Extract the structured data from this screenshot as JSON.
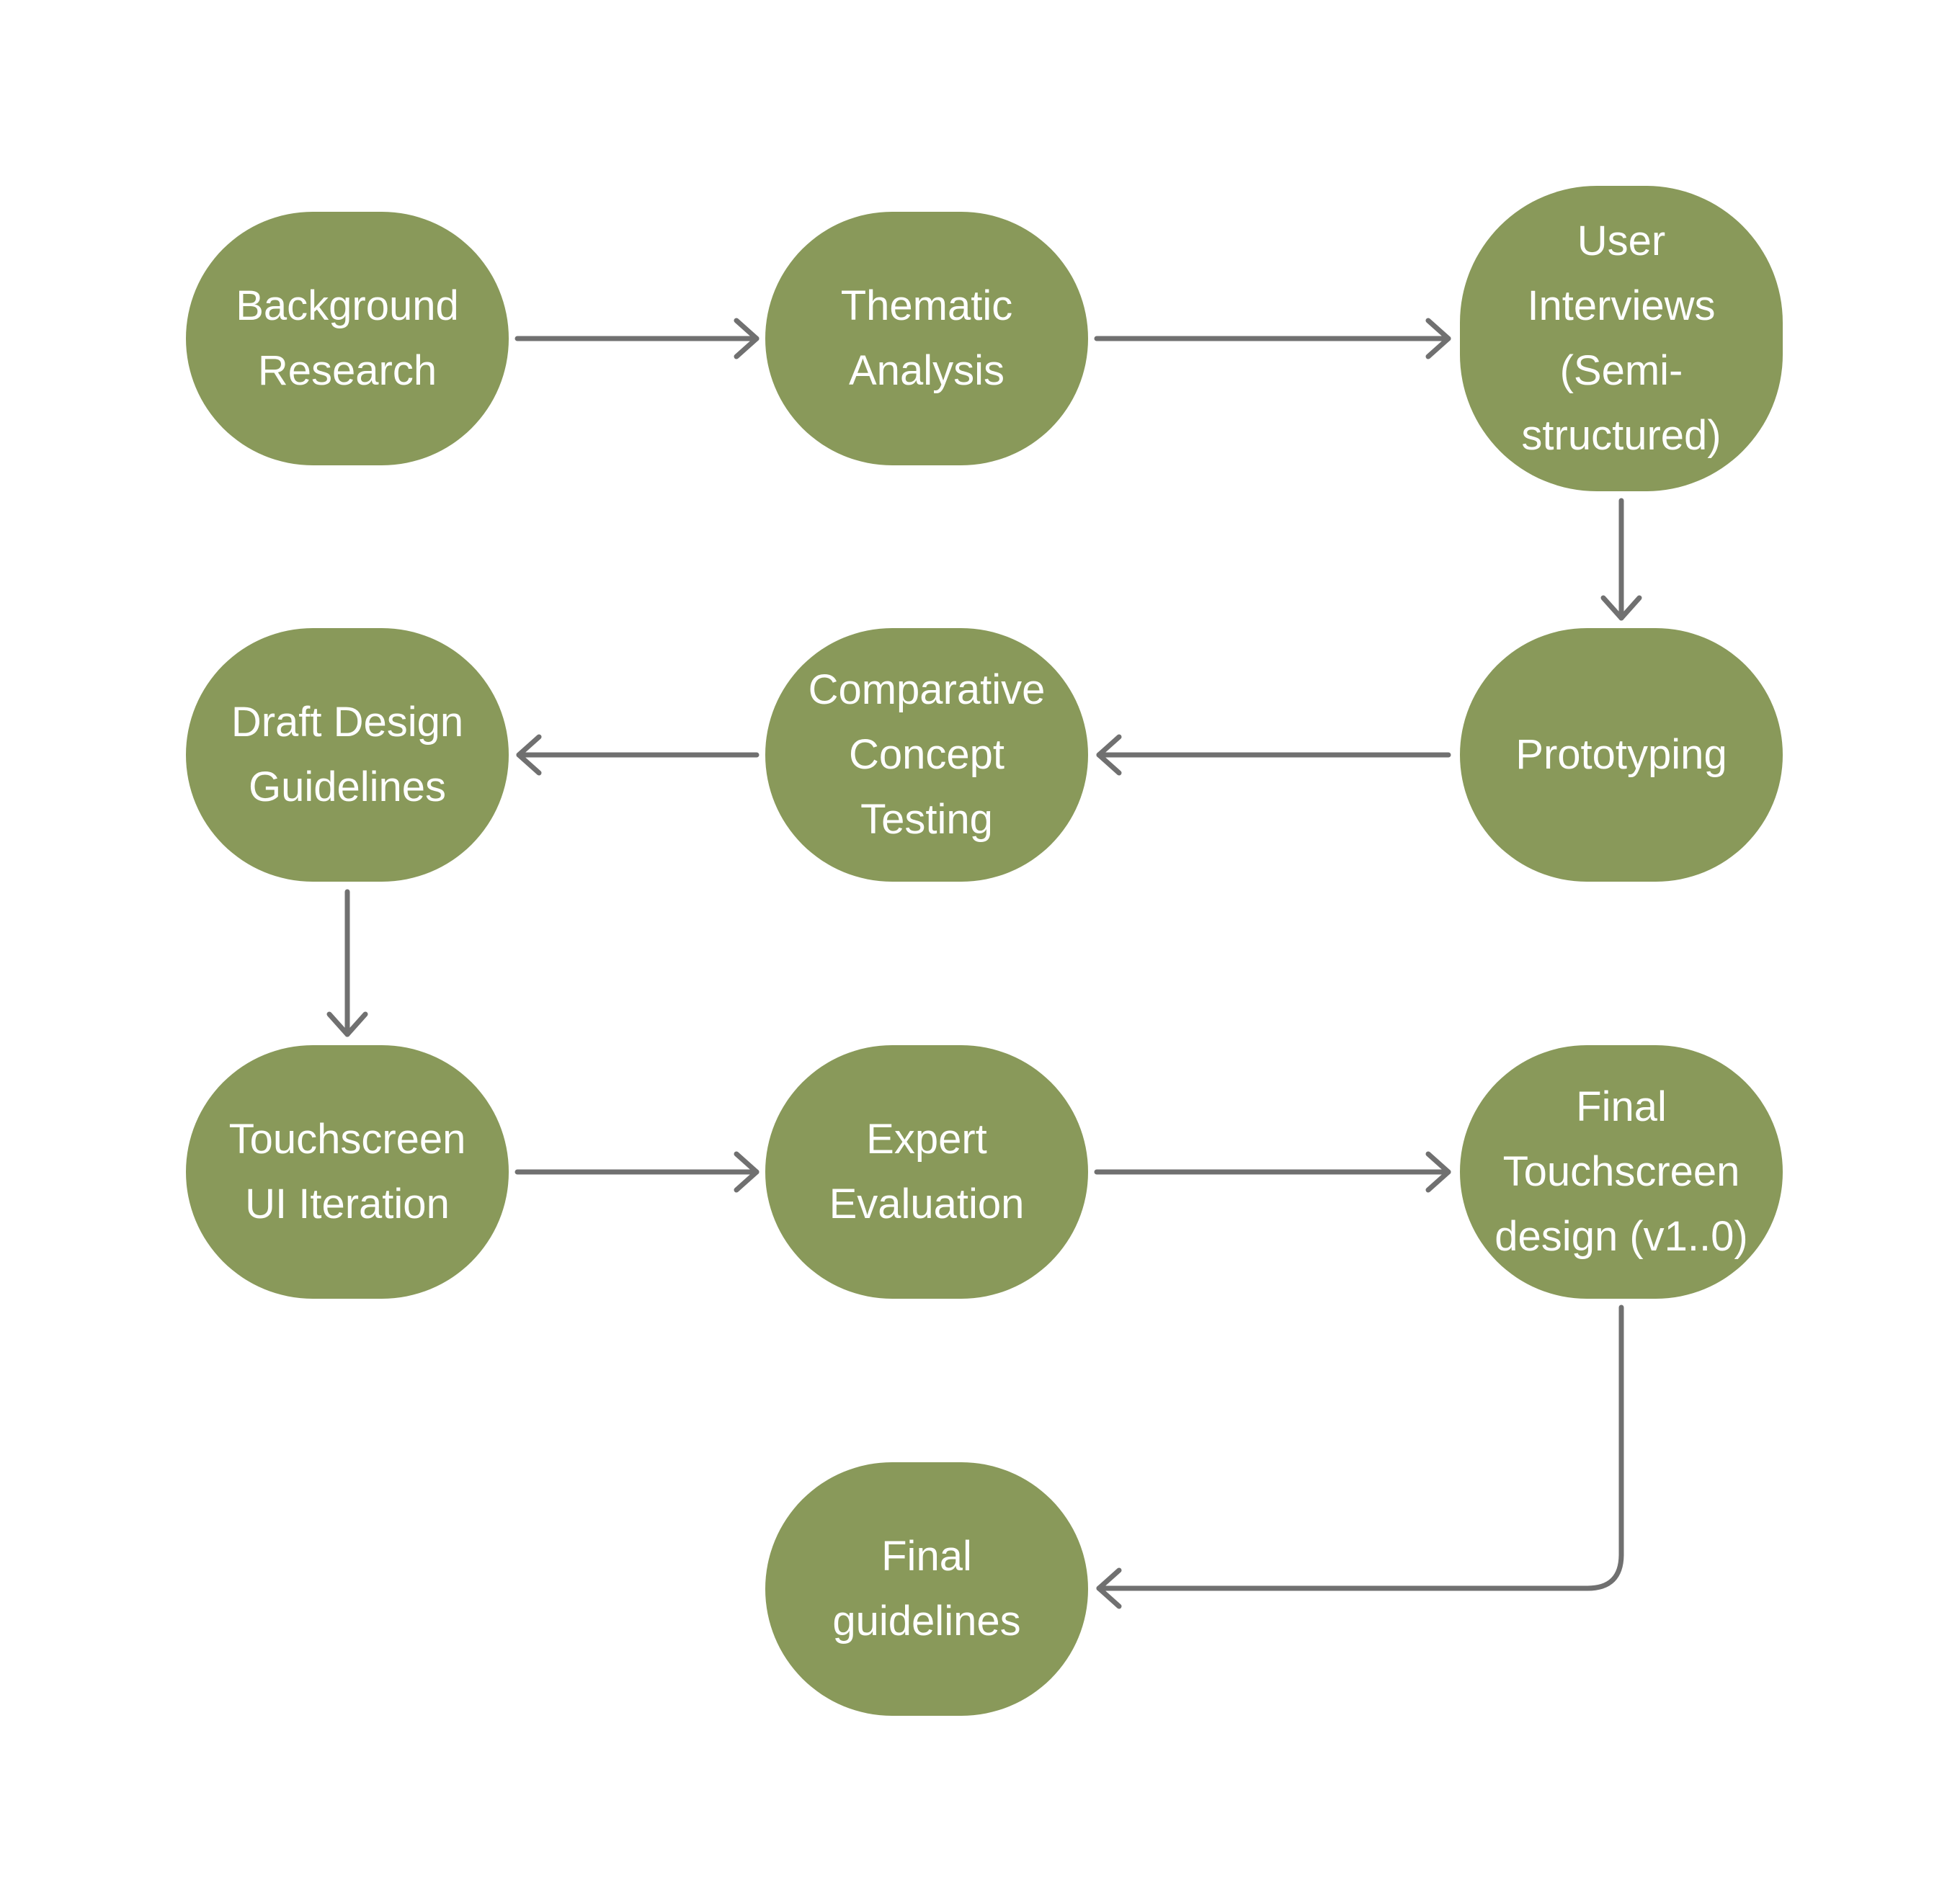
{
  "colors": {
    "node_fill": "#89995a",
    "node_text": "#ffffff",
    "connector": "#707070",
    "background": "#ffffff"
  },
  "nodes": {
    "background_research": "Background\nResearch",
    "thematic_analysis": "Thematic\nAnalysis",
    "user_interviews": "User\nInterviews\n(Semi-\nstructured)",
    "prototyping": "Prototyping",
    "comparative_concept_testing": "Comparative\nConcept\nTesting",
    "draft_design_guidelines": "Draft Design\nGuidelines",
    "touchscreen_ui_iteration": "Touchscreen\nUI Iteration",
    "expert_evaluation": "Expert\nEvaluation",
    "final_touchscreen_design": "Final\nTouchscreen\ndesign (v1..0)",
    "final_guidelines": "Final\nguidelines"
  },
  "flow": [
    [
      "background_research",
      "thematic_analysis"
    ],
    [
      "thematic_analysis",
      "user_interviews"
    ],
    [
      "user_interviews",
      "prototyping"
    ],
    [
      "prototyping",
      "comparative_concept_testing"
    ],
    [
      "comparative_concept_testing",
      "draft_design_guidelines"
    ],
    [
      "draft_design_guidelines",
      "touchscreen_ui_iteration"
    ],
    [
      "touchscreen_ui_iteration",
      "expert_evaluation"
    ],
    [
      "expert_evaluation",
      "final_touchscreen_design"
    ],
    [
      "final_touchscreen_design",
      "final_guidelines"
    ]
  ]
}
